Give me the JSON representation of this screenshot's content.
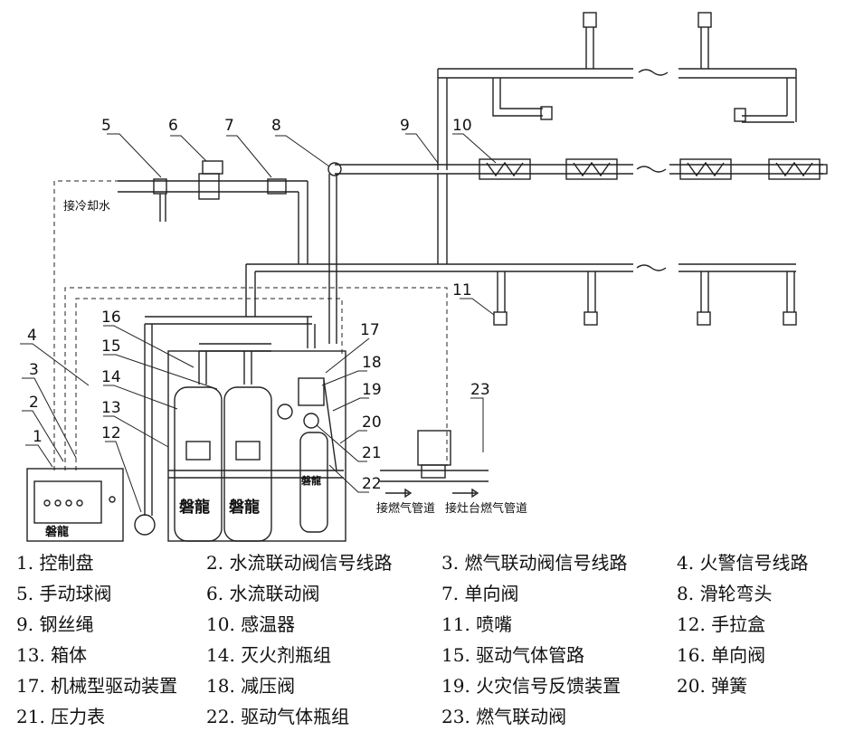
{
  "callouts": [
    "1",
    "2",
    "3",
    "4",
    "5",
    "6",
    "7",
    "8",
    "9",
    "10",
    "11",
    "12",
    "13",
    "14",
    "15",
    "16",
    "17",
    "18",
    "19",
    "20",
    "21",
    "22",
    "23"
  ],
  "annotations": {
    "cooling_water": "接冷却水",
    "gas_pipe_in": "接燃气管道",
    "gas_pipe_stove": "接灶台燃气管道",
    "brand_mark": "磐龍"
  },
  "legend": [
    "1. 控制盘",
    "2. 水流联动阀信号线路",
    "3. 燃气联动阀信号线路",
    "4. 火警信号线路",
    "5. 手动球阀",
    "6. 水流联动阀",
    "7. 单向阀",
    "8. 滑轮弯头",
    "9. 钢丝绳",
    "10. 感温器",
    "11. 喷嘴",
    "12. 手拉盒",
    "13. 箱体",
    "14. 灭火剂瓶组",
    "15. 驱动气体管路",
    "16. 单向阀",
    "17. 机械型驱动装置",
    "18. 减压阀",
    "19. 火灾信号反馈装置",
    "20. 弹簧",
    "21. 压力表",
    "22. 驱动气体瓶组",
    "23. 燃气联动阀"
  ]
}
